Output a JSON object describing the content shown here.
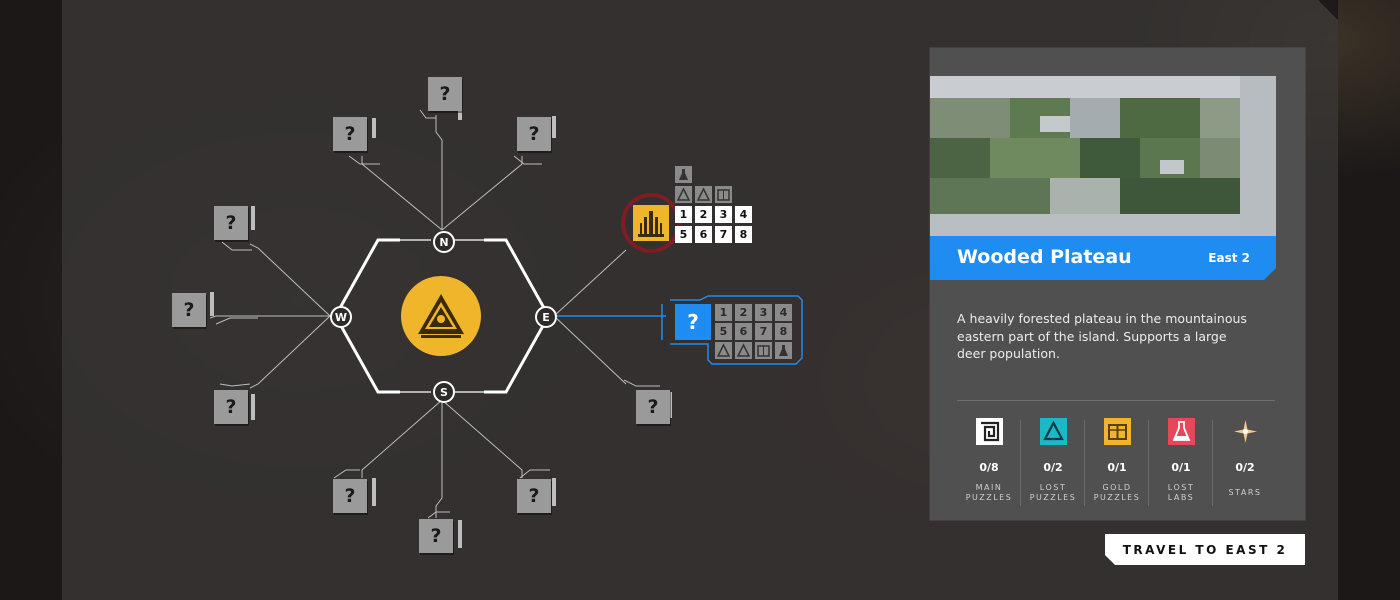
{
  "map": {
    "center_icon": "pyramid-emblem-icon",
    "compass": {
      "north": "N",
      "south": "S",
      "east": "E",
      "west": "W"
    },
    "unknown_glyph": "?",
    "east1": {
      "icon": "gold-pillar-icon",
      "puzzle_numbers": [
        "1",
        "2",
        "3",
        "4",
        "5",
        "6",
        "7",
        "8"
      ]
    },
    "east2": {
      "puzzle_numbers": [
        "1",
        "2",
        "3",
        "4",
        "5",
        "6",
        "7",
        "8"
      ]
    }
  },
  "location": {
    "name": "Wooded Plateau",
    "region": "East 2",
    "description": "A heavily forested plateau in the mountainous eastern part of the island. Supports a large deer population."
  },
  "stats": [
    {
      "count": "0/8",
      "label_1": "MAIN",
      "label_2": "PUZZLES",
      "icon": "maze-icon"
    },
    {
      "count": "0/2",
      "label_1": "LOST",
      "label_2": "PUZZLES",
      "icon": "triangle-icon"
    },
    {
      "count": "0/1",
      "label_1": "GOLD",
      "label_2": "PUZZLES",
      "icon": "gold-gate-icon"
    },
    {
      "count": "0/1",
      "label_1": "LOST",
      "label_2": "LABS",
      "icon": "flask-icon"
    },
    {
      "count": "0/2",
      "label_1": "STARS",
      "label_2": "",
      "icon": "star-icon"
    }
  ],
  "travel_button": "TRAVEL TO EAST 2",
  "colors": {
    "accent_blue": "#1e8cf0",
    "gold": "#f0b62b",
    "lost_puzzle_teal": "#1bb8c6",
    "lab_red": "#e8475a",
    "selected_ring": "#8b1a24"
  }
}
